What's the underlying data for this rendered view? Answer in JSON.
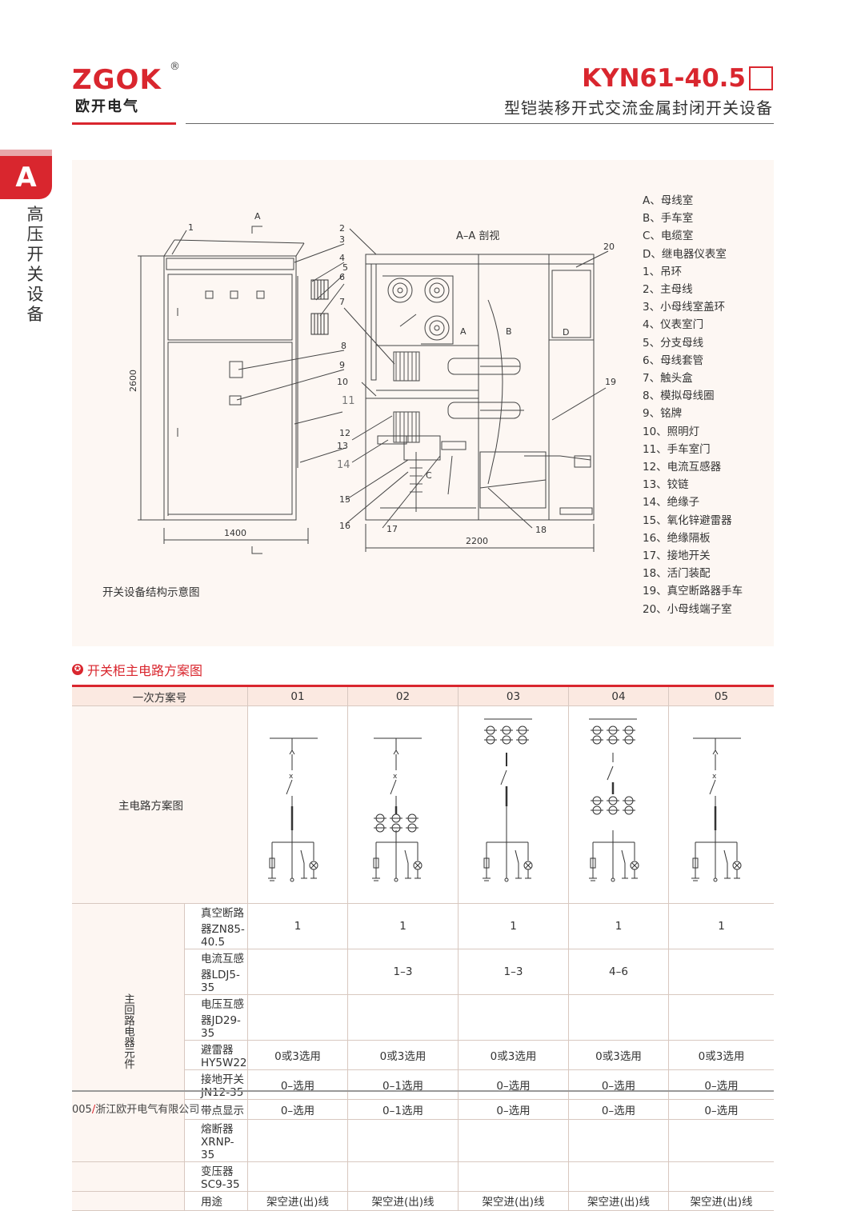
{
  "header": {
    "brand_en": "ZGOK",
    "registered": "®",
    "brand_cn": "欧开电气",
    "model": "KYN61-40.5",
    "subtitle": "型铠装移开式交流金属封闭开关设备"
  },
  "sidebar": {
    "letter": "A",
    "label": "高压开关设备"
  },
  "figure": {
    "caption": "开关设备结构示意图",
    "section_label": "A–A 剖视",
    "cut_mark": "A",
    "dim_height": "2600",
    "dim_width_front": "1400",
    "dim_width_side": "2200",
    "chamber_a": "A",
    "chamber_b": "B",
    "chamber_c": "C",
    "chamber_d": "D",
    "callouts_left": [
      "1",
      "2",
      "3",
      "4",
      "5",
      "6",
      "7",
      "8",
      "9",
      "10",
      "11",
      "12",
      "13",
      "14",
      "15",
      "16",
      "17"
    ],
    "callout_18": "18",
    "callout_19": "19",
    "callout_20": "20"
  },
  "legend": [
    "A、母线室",
    "B、手车室",
    "C、电缆室",
    "D、继电器仪表室",
    "1、吊环",
    "2、主母线",
    "3、小母线室盖环",
    "4、仪表室门",
    "5、分支母线",
    "6、母线套管",
    "7、触头盒",
    "8、模拟母线圈",
    "9、铭牌",
    "10、照明灯",
    "11、手车室门",
    "12、电流互感器",
    "13、铰链",
    "14、绝缘子",
    "15、氧化锌避雷器",
    "16、绝缘隔板",
    "17、接地开关",
    "18、活门装配",
    "19、真空断路器手车",
    "20、小母线端子室"
  ],
  "scheme": {
    "title": "开关柜主电路方案图",
    "header_label": "一次方案号",
    "numbers": [
      "01",
      "02",
      "03",
      "04",
      "05"
    ],
    "diagram_label": "主电路方案图",
    "group_label": "主回路电器元件",
    "rows": [
      {
        "label": "真空断路器ZN85-40.5",
        "values": [
          "1",
          "1",
          "1",
          "1",
          "1"
        ]
      },
      {
        "label": "电流互感器LDJ5-35",
        "values": [
          "",
          "1–3",
          "1–3",
          "4–6",
          ""
        ]
      },
      {
        "label": "电压互感器JD29-35",
        "values": [
          "",
          "",
          "",
          "",
          ""
        ]
      },
      {
        "label": "避雷器HY5W22",
        "values": [
          "0或3选用",
          "0或3选用",
          "0或3选用",
          "0或3选用",
          "0或3选用"
        ]
      },
      {
        "label": "接地开关JN12-35",
        "values": [
          "0–选用",
          "0–1选用",
          "0–选用",
          "0–选用",
          "0–选用"
        ]
      },
      {
        "label": "带点显示",
        "values": [
          "0–选用",
          "0–1选用",
          "0–选用",
          "0–选用",
          "0–选用"
        ]
      },
      {
        "label": "熔断器XRNP-35",
        "values": [
          "",
          "",
          "",
          "",
          ""
        ]
      }
    ],
    "extra_rows": [
      {
        "label": "变压器SC9-35",
        "values": [
          "",
          "",
          "",
          "",
          ""
        ]
      },
      {
        "label": "用途",
        "values": [
          "架空进(出)线",
          "架空进(出)线",
          "架空进(出)线",
          "架空进(出)线",
          "架空进(出)线"
        ]
      }
    ]
  },
  "footer": {
    "page": "005",
    "sep": "/",
    "company": "浙江欧开电气有限公司"
  }
}
